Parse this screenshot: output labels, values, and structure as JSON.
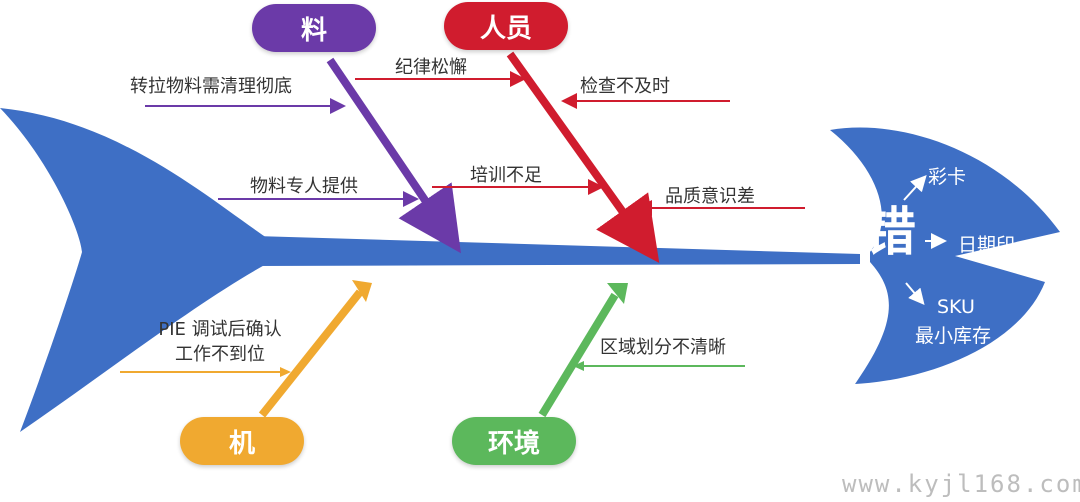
{
  "categories": {
    "material": {
      "label": "料",
      "color": "#6b3aa8"
    },
    "people": {
      "label": "人员",
      "color": "#d01c2e"
    },
    "machine": {
      "label": "机",
      "color": "#f0a930"
    },
    "environment": {
      "label": "环境",
      "color": "#5cb85c"
    }
  },
  "causes": {
    "material_1": "转拉物料需清理彻底",
    "material_2": "物料专人提供",
    "people_1": "纪律松懈",
    "people_2": "检查不及时",
    "people_3": "培训不足",
    "people_4": "品质意识差",
    "machine_1_line1": "PIE 调试后确认",
    "machine_1_line2": "工作不到位",
    "environment_1": "区域划分不清晰"
  },
  "head": {
    "problem": "错",
    "items": [
      "彩卡",
      "日期印",
      "SKU",
      "最小库存"
    ]
  },
  "colors": {
    "fish_body": "#3e6fc5"
  },
  "watermark": "www.kyjl168.com"
}
